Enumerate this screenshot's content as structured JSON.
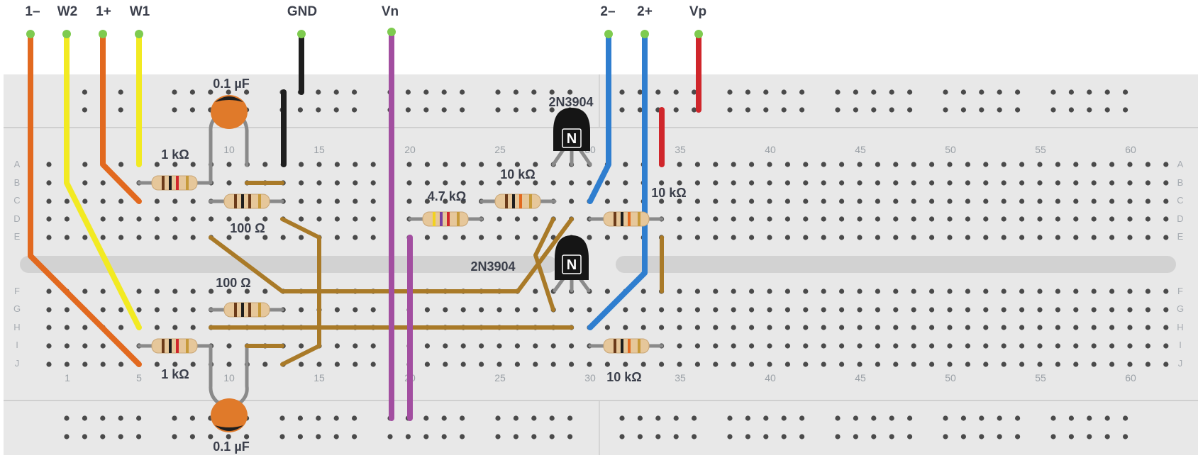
{
  "wire_labels": {
    "one_minus": "1–",
    "w2": "W2",
    "one_plus": "1+",
    "w1": "W1",
    "gnd": "GND",
    "vn": "Vn",
    "two_minus": "2–",
    "two_plus": "2+",
    "vp": "Vp"
  },
  "components": {
    "cap_top": "0.1 µF",
    "cap_bottom": "0.1 µF",
    "r1_top": "1 kΩ",
    "r1_bottom": "1 kΩ",
    "r100_top": "100 Ω",
    "r100_bottom": "100 Ω",
    "r47": "4.7 kΩ",
    "r10_a": "10 kΩ",
    "r10_b": "10 kΩ",
    "r10_c": "10 kΩ",
    "q_top": "2N3904",
    "q_bottom": "2N3904",
    "q_mark": "N"
  },
  "column_numbers_top": [
    "10",
    "15",
    "20",
    "25",
    "30",
    "35",
    "40",
    "45",
    "50",
    "55",
    "60"
  ],
  "column_numbers_bottom": [
    "1",
    "5",
    "10",
    "15",
    "20",
    "25",
    "30",
    "35",
    "40",
    "45",
    "50",
    "55",
    "60"
  ],
  "row_letters_top": [
    "A",
    "B",
    "C",
    "D",
    "E"
  ],
  "row_letters_bottom": [
    "F",
    "G",
    "H",
    "I",
    "J"
  ],
  "colors": {
    "board": "#e8e8e8",
    "hole": "#4a4a4a",
    "hole_active": "#7ecb4f",
    "orange_wire": "#e2691f",
    "yellow_wire": "#f2ea22",
    "black_wire": "#1e1e1e",
    "purple_wire": "#a24ea0",
    "blue_wire": "#2f7ecf",
    "red_wire": "#d0262b",
    "brown_wire": "#a97a28",
    "capacitor": "#e07a2a"
  }
}
